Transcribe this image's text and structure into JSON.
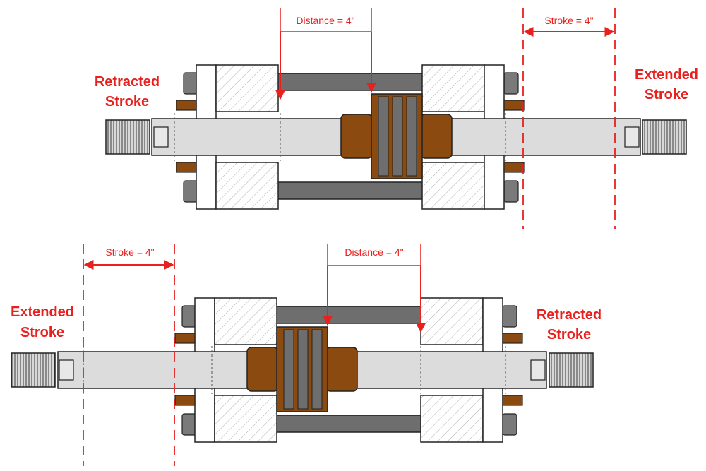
{
  "top_assembly": {
    "label_left_line1": "Retracted",
    "label_left_line2": "Stroke",
    "label_right_line1": "Extended",
    "label_right_line2": "Stroke",
    "distance_label": "Distance = 4\"",
    "stroke_label": "Stroke = 4\""
  },
  "bottom_assembly": {
    "label_left_line1": "Extended",
    "label_left_line2": "Stroke",
    "label_right_line1": "Retracted",
    "label_right_line2": "Stroke",
    "distance_label": "Distance = 4\"",
    "stroke_label": "Stroke = 4\""
  },
  "colors": {
    "annotation": "#e8201e",
    "bronze": "#8a4a10",
    "rod": "#dcdcdc",
    "steel": "#6e6e6e",
    "outline": "#222222"
  }
}
